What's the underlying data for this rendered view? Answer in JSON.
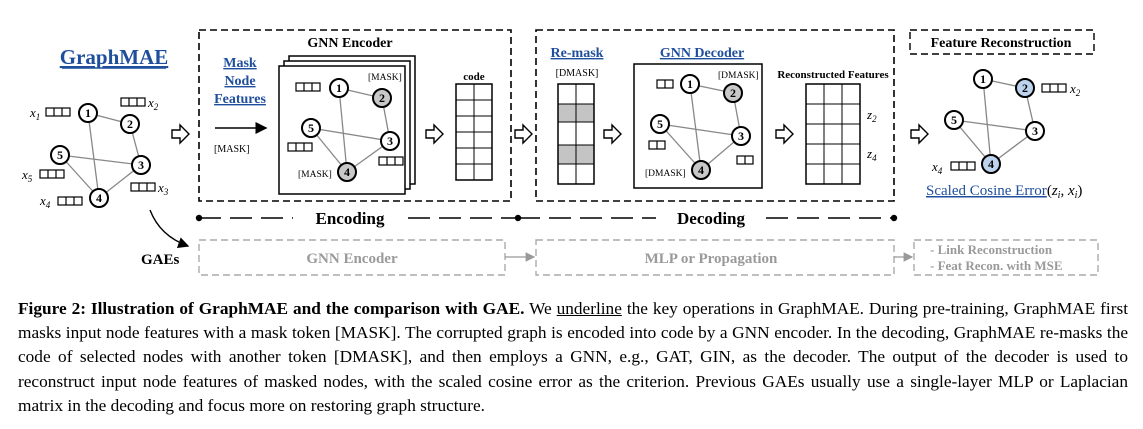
{
  "diagram": {
    "title": "GraphMAE",
    "input_graph": {
      "node_labels": [
        "1",
        "2",
        "3",
        "4",
        "5"
      ]
    },
    "encoder_section": {
      "mask_step": [
        "Mask",
        "Node",
        "Features"
      ],
      "mask_token": "[MASK]",
      "gnn_title": "GNN Encoder",
      "code_label": "code"
    },
    "decoder_section": {
      "remask_title": "Re-mask",
      "dmask_token": "[DMASK]",
      "gnn_title": "GNN Decoder",
      "reconstructed_label": "Reconstructed Features"
    },
    "feature_reconstruction": {
      "title": "Feature Reconstruction",
      "loss_label": "Scaled Cosine Error"
    },
    "encoding_label": "Encoding",
    "decoding_label": "Decoding",
    "gaes": {
      "label": "GAEs",
      "encoder": "GNN Encoder",
      "decoder": "MLP or Propagation",
      "objective_lines": [
        "- Link Reconstruction",
        "- Feat Recon. with MSE"
      ]
    }
  },
  "caption": {
    "label": "Figure 2: Illustration of GraphMAE and the comparison with GAE.",
    "text_a": " We ",
    "underlined": "underline",
    "text_b": " the key operations in GraphMAE. During pre-training, GraphMAE first masks input node features with a mask token [MASK]. The corrupted graph is encoded into code by a GNN encoder. In the decoding, GraphMAE re-masks the code of selected nodes with another token [DMASK], and then employs a GNN, e.g., GAT, GIN, as the decoder. The output of the decoder is used to reconstruct input node features of masked nodes, with the scaled cosine error as the criterion. Previous GAEs usually use a single-layer MLP or Laplacian matrix in the decoding and focus more on restoring graph structure."
  },
  "colors": {
    "accent_blue": "#1f4e9c",
    "masked_node": "#c8c8c8",
    "reconstructed_node": "#bcd3ee",
    "masked_cell": "#c4c4c4",
    "gaes_gray": "#9a9a9a"
  }
}
